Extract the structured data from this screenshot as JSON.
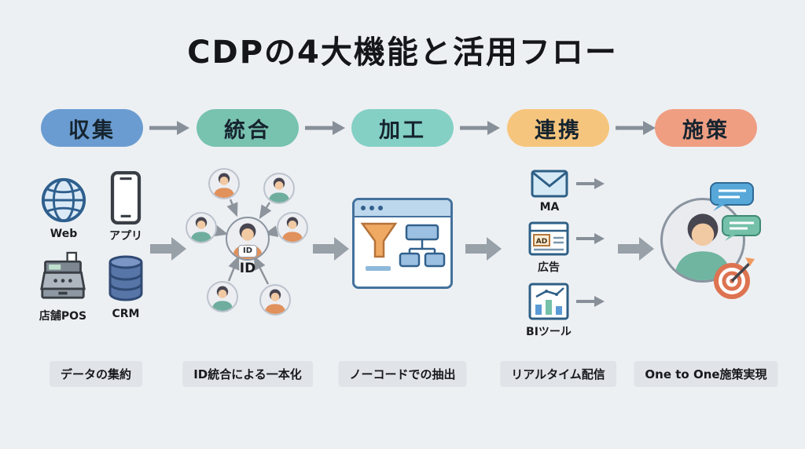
{
  "title": "CDPの4大機能と活用フロー",
  "colors": {
    "background": "#edf0f3",
    "flow_arrow": "#878f98",
    "block_arrow": "#98a0a8",
    "caption_bg": "#e0e3e8"
  },
  "stages": [
    {
      "label": "収集",
      "pill_color": "#6a9cd1",
      "caption": "データの集約"
    },
    {
      "label": "統合",
      "pill_color": "#78c2b0",
      "caption": "ID統合による一本化"
    },
    {
      "label": "加工",
      "pill_color": "#84d0c4",
      "caption": "ノーコードでの抽出"
    },
    {
      "label": "連携",
      "pill_color": "#f6c57d",
      "caption": "リアルタイム配信"
    },
    {
      "label": "施策",
      "pill_color": "#ef9e82",
      "caption": "One to One施策実現"
    }
  ],
  "collection": {
    "items": [
      {
        "icon": "globe-icon",
        "label": "Web"
      },
      {
        "icon": "smartphone-icon",
        "label": "アプリ"
      },
      {
        "icon": "pos-register-icon",
        "label": "店舗POS"
      },
      {
        "icon": "database-icon",
        "label": "CRM"
      }
    ]
  },
  "integration": {
    "id_badge": "ID",
    "id_label": "ID"
  },
  "linkage": {
    "items": [
      {
        "icon": "mail-icon",
        "label": "MA"
      },
      {
        "icon": "ad-browser-icon",
        "label": "広告",
        "ad_text": "AD"
      },
      {
        "icon": "bi-chart-icon",
        "label": "BIツール"
      }
    ]
  }
}
